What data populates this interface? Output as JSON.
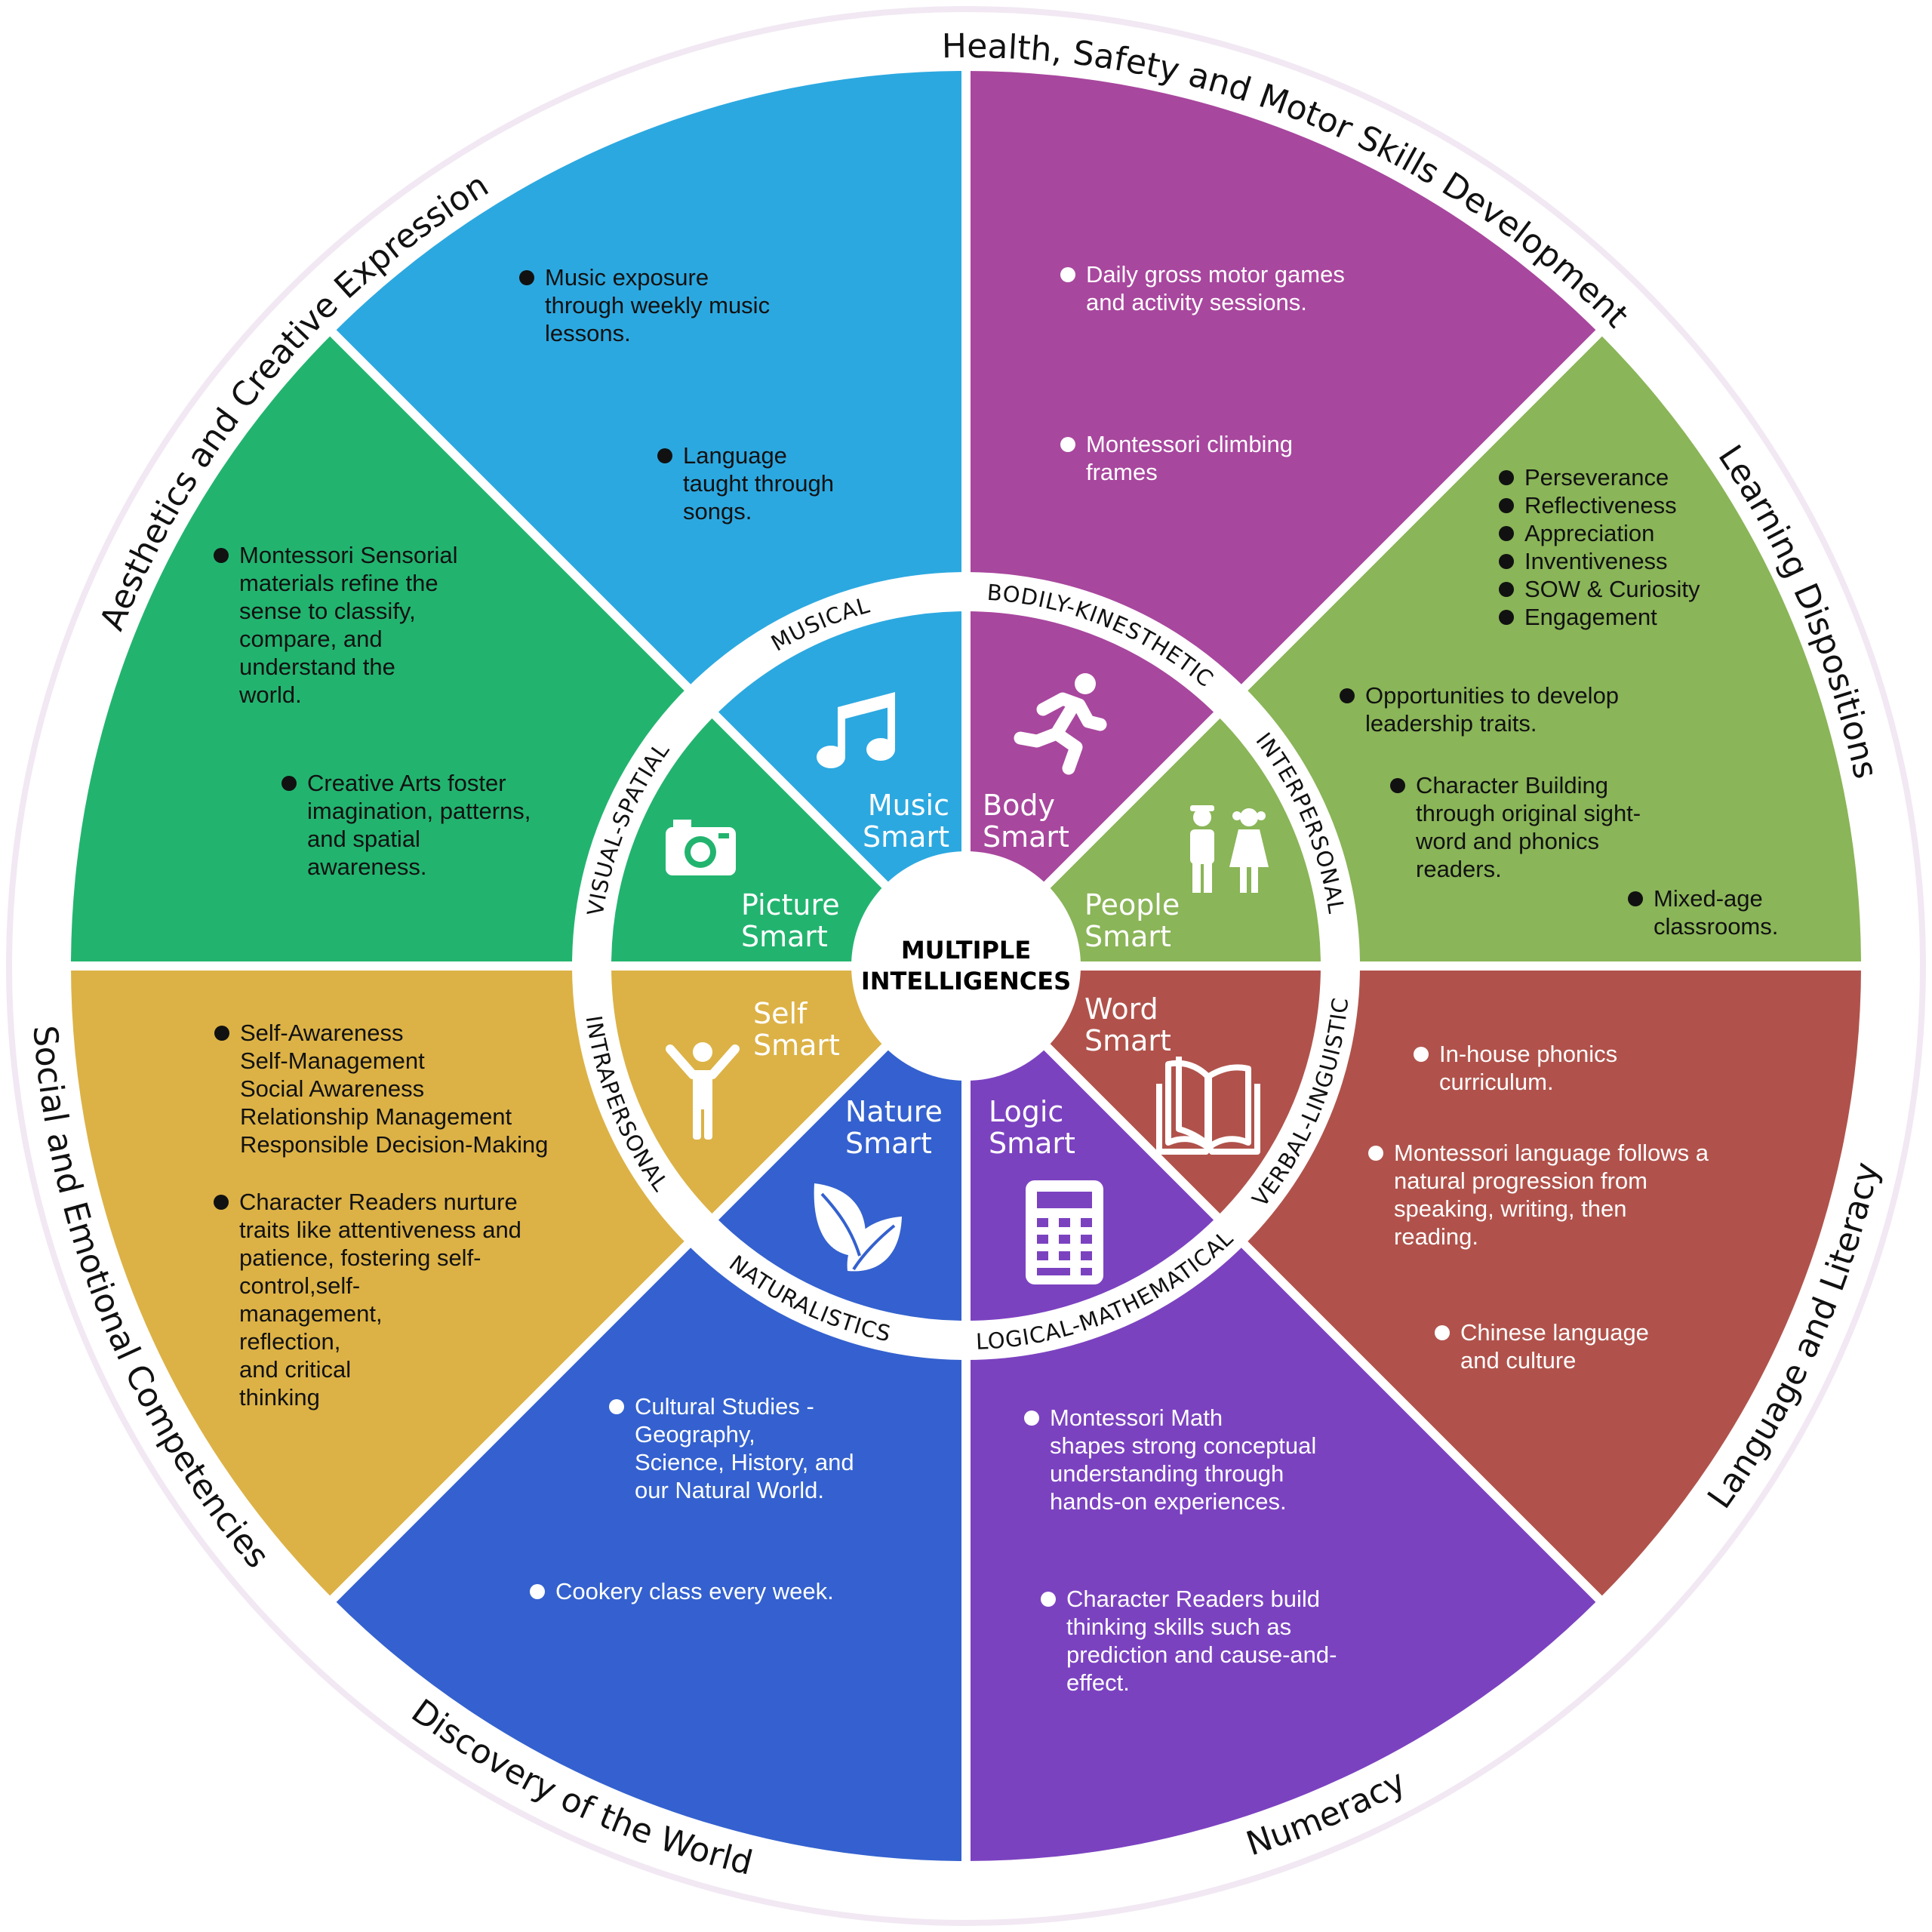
{
  "center": {
    "line1": "MULTIPLE",
    "line2": "INTELLIGENCES"
  },
  "sectors": [
    {
      "color": "#A8479E",
      "text_color": "#ffffff",
      "outer_label": "Health, Safety and Motor Skills Development",
      "ring_label": "BODILY-KINESTHETIC",
      "inner_label": [
        "Body",
        "Smart"
      ],
      "icon": "running-person-icon",
      "bullets": [
        {
          "lines": [
            "Daily gross motor games",
            "and activity sessions."
          ]
        },
        {
          "lines": [
            "Montessori climbing",
            "frames"
          ]
        }
      ]
    },
    {
      "color": "#8AB558",
      "text_color": "#111111",
      "outer_label": "Learning Dispositions",
      "ring_label": "INTERPERSONAL",
      "inner_label": [
        "People",
        "Smart"
      ],
      "icon": "people-icon",
      "bullets": [
        {
          "lines": [
            "Perseverance"
          ]
        },
        {
          "lines": [
            "Reflectiveness"
          ]
        },
        {
          "lines": [
            "Appreciation"
          ]
        },
        {
          "lines": [
            "Inventiveness"
          ]
        },
        {
          "lines": [
            "SOW & Curiosity"
          ]
        },
        {
          "lines": [
            "Engagement"
          ]
        },
        {
          "lines": [
            "Opportunities to develop",
            "leadership traits."
          ]
        },
        {
          "lines": [
            "Character Building",
            "through original sight-",
            "word and phonics",
            "readers."
          ]
        },
        {
          "lines": [
            "Mixed-age",
            "classrooms."
          ]
        }
      ]
    },
    {
      "color": "#B0524B",
      "text_color": "#ffffff",
      "outer_label": "Language and Literacy",
      "ring_label": "VERBAL-LINGUISTIC",
      "inner_label": [
        "Word",
        "Smart"
      ],
      "icon": "book-icon",
      "bullets": [
        {
          "lines": [
            "In-house phonics",
            "curriculum."
          ]
        },
        {
          "lines": [
            "Montessori language follows a",
            "natural progression from",
            "speaking, writing, then",
            "reading."
          ]
        },
        {
          "lines": [
            "Chinese language",
            "and culture"
          ]
        }
      ]
    },
    {
      "color": "#7B42C0",
      "text_color": "#ffffff",
      "outer_label": "Numeracy",
      "ring_label": "LOGICAL-MATHEMATICAL",
      "inner_label": [
        "Logic",
        "Smart"
      ],
      "icon": "calculator-icon",
      "bullets": [
        {
          "lines": [
            "Montessori Math",
            "shapes strong conceptual",
            "understanding through",
            "hands-on experiences."
          ]
        },
        {
          "lines": [
            "Character Readers build",
            "thinking skills such as",
            "prediction and cause-and-",
            "effect."
          ]
        }
      ]
    },
    {
      "color": "#3461CF",
      "text_color": "#ffffff",
      "outer_label": "Discovery of the World",
      "ring_label": "NATURALISTICS",
      "inner_label": [
        "Nature",
        "Smart"
      ],
      "icon": "leaves-icon",
      "bullets": [
        {
          "lines": [
            "Cultural Studies -",
            "Geography,",
            "Science, History, and",
            "our Natural World."
          ]
        },
        {
          "lines": [
            "Cookery class every week."
          ]
        }
      ]
    },
    {
      "color": "#DCB246",
      "text_color": "#111111",
      "outer_label": "Social and Emotional Competencies",
      "ring_label": "INTRAPERSONAL",
      "inner_label": [
        "Self",
        "Smart"
      ],
      "icon": "person-arms-up-icon",
      "bullets": [
        {
          "lines": [
            "Self-Awareness",
            "Self-Management",
            "Social Awareness",
            "Relationship Management",
            "Responsible Decision-Making"
          ]
        },
        {
          "lines": [
            "Character Readers nurture",
            "traits like attentiveness and",
            "patience, fostering self-",
            "control,self-",
            "management,",
            "reflection,",
            "and critical",
            "thinking"
          ]
        }
      ]
    },
    {
      "color": "#22B46F",
      "text_color": "#111111",
      "outer_label": "Aesthetics and Creative Expression",
      "ring_label": "VISUAL-SPATIAL",
      "inner_label": [
        "Picture",
        "Smart"
      ],
      "icon": "camera-icon",
      "bullets": [
        {
          "lines": [
            "Montessori Sensorial",
            "materials refine the",
            "sense to classify,",
            "compare, and",
            "understand the",
            "world."
          ]
        },
        {
          "lines": [
            "Creative Arts foster",
            "imagination, patterns,",
            "and spatial",
            "awareness."
          ]
        }
      ]
    },
    {
      "color": "#2CA8E0",
      "text_color": "#111111",
      "outer_label": "",
      "ring_label": "MUSICAL",
      "inner_label": [
        "Music",
        "Smart"
      ],
      "icon": "music-note-icon",
      "bullets": [
        {
          "lines": [
            "Music exposure",
            "through weekly music",
            "lessons."
          ]
        },
        {
          "lines": [
            "Language",
            "taught through",
            "songs."
          ]
        }
      ]
    }
  ]
}
